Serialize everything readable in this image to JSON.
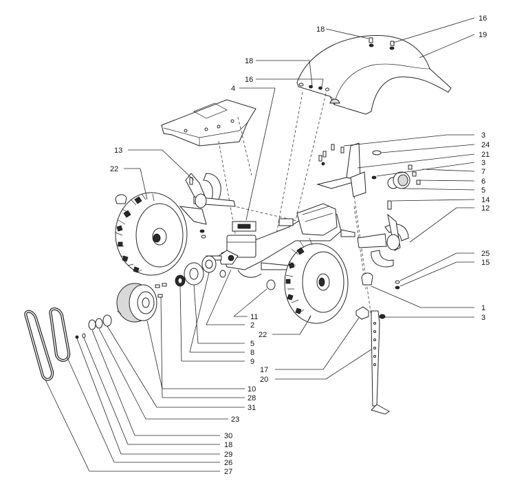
{
  "labels": {
    "p1": "1",
    "p2": "2",
    "p3a": "3",
    "p3b": "3",
    "p3c": "3",
    "p4": "4",
    "p5a": "5",
    "p5b": "5",
    "p6": "6",
    "p7": "7",
    "p8": "8",
    "p9": "9",
    "p10": "10",
    "p11": "11",
    "p12": "12",
    "p13": "13",
    "p14": "14",
    "p15": "15",
    "p16a": "16",
    "p16b": "16",
    "p17": "17",
    "p18a": "18",
    "p18b": "18",
    "p18c": "18",
    "p19": "19",
    "p20": "20",
    "p21": "21",
    "p22a": "22",
    "p22b": "22",
    "p23": "23",
    "p24": "24",
    "p25": "25",
    "p26": "26",
    "p27": "27",
    "p28": "28",
    "p29": "29",
    "p30": "30",
    "p31": "31"
  }
}
